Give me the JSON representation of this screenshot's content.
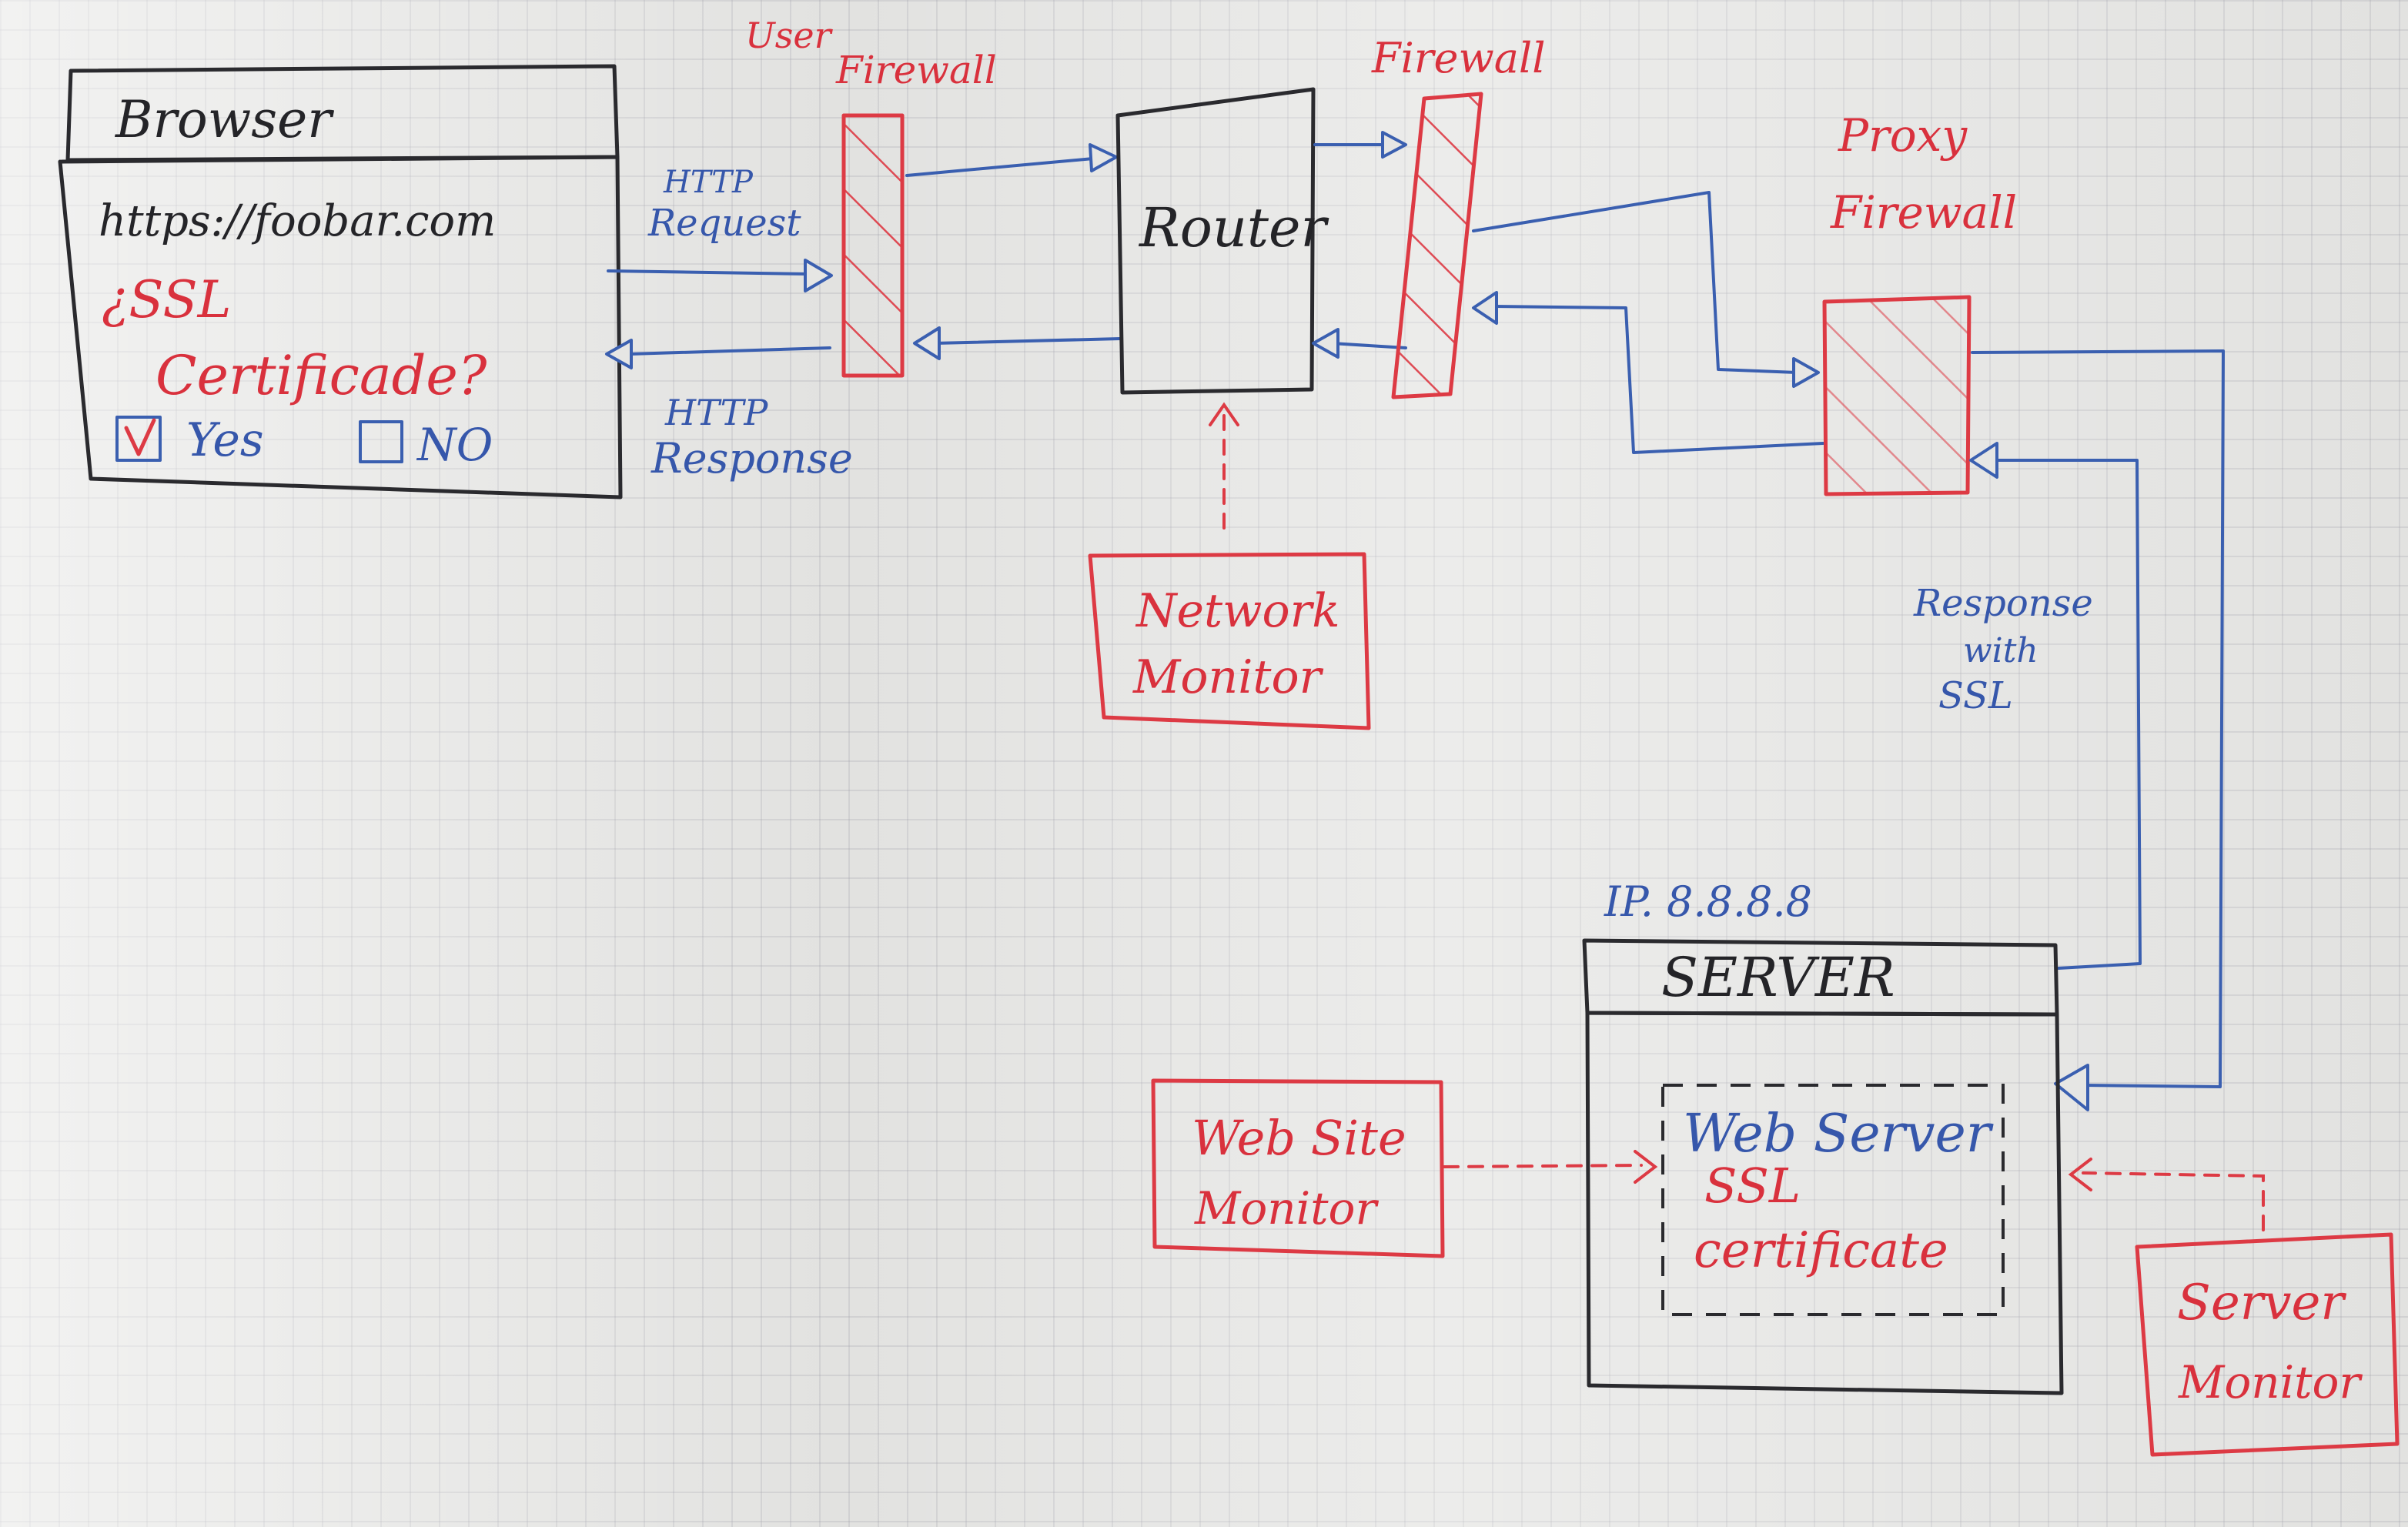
{
  "browser": {
    "title": "Browser",
    "url": "https://foobar.com",
    "question_line1": "¿SSL",
    "question_line2": "Certificade?",
    "yes_label": "Yes",
    "no_label": "NO",
    "yes_checked": true,
    "no_checked": false
  },
  "http_request": {
    "line1": "HTTP",
    "line2": "Request"
  },
  "http_response": {
    "line1": "HTTP",
    "line2": "Response"
  },
  "user_firewall": {
    "line1": "User",
    "line2": "Firewall"
  },
  "router": {
    "label": "Router"
  },
  "firewall": {
    "label": "Firewall"
  },
  "proxy_firewall": {
    "line1": "Proxy",
    "line2": "Firewall"
  },
  "network_monitor": {
    "line1": "Network",
    "line2": "Monitor"
  },
  "response_ssl": {
    "line1": "Response",
    "line2": "with",
    "line3": "SSL"
  },
  "server": {
    "ip": "IP. 8.8.8.8",
    "title": "SERVER",
    "web_server": "Web Server",
    "ssl_line1": "SSL",
    "ssl_line2": "certificate"
  },
  "web_site_monitor": {
    "line1": "Web Site",
    "line2": "Monitor"
  },
  "server_monitor": {
    "line1": "Server",
    "line2": "Monitor"
  },
  "colors": {
    "black_ink": "#2a2a2e",
    "red_ink": "#dd3a44",
    "blue_ink": "#3a5fb0",
    "board": "#e2e2e0"
  }
}
